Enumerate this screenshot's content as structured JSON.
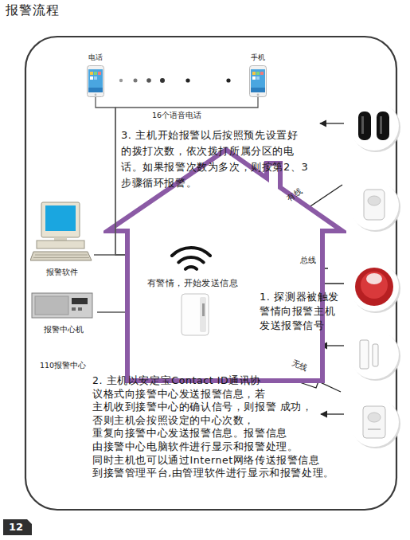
{
  "diagram": {
    "title": "报警流程",
    "nodes": [
      {
        "text": [
          "电话"
        ]
      },
      {
        "text": [
          "手机"
        ]
      },
      {
        "text": [
          "有警情，开始发送信息"
        ]
      },
      {
        "text": [
          "报警软件"
        ]
      },
      {
        "text": [
          "报警中心机"
        ]
      }
    ],
    "edges": [
      {
        "from": 2,
        "to": 0,
        "arrow": "none",
        "label": "16个语音电话"
      },
      {
        "from": 2,
        "to": 1,
        "arrow": "none"
      },
      {
        "from": 2,
        "to": 3,
        "arrow": "none"
      },
      {
        "from": 2,
        "to": 4,
        "arrow": "none"
      }
    ],
    "labels": [
      "3. 主机开始报警以后按照预先设置好 的拨打次数，依次拨打所属分区的电 话。如果报警次数为多次，则按第2、3 步骤循环报警。",
      "有线",
      "总线",
      "1. 探测器被触发 警情向报警主机 发送报警信号",
      "无线",
      "110报警中心",
      "2. 主机以安定宝Contact ID通讯协 议格式向接警中心发送报警信息，若 主机收到接警中心的确认信号，则报警 成功，否则主机会按照设定的中心次数， 重复向接警中心发送报警信息。报警信息 由接警中心电脑软件进行显示和报警处理。 同时主机也可以通过Internet网络传送报警信息 到接警管理平台,由管理软件进行显示和报警处理。",
      "12"
    ]
  }
}
